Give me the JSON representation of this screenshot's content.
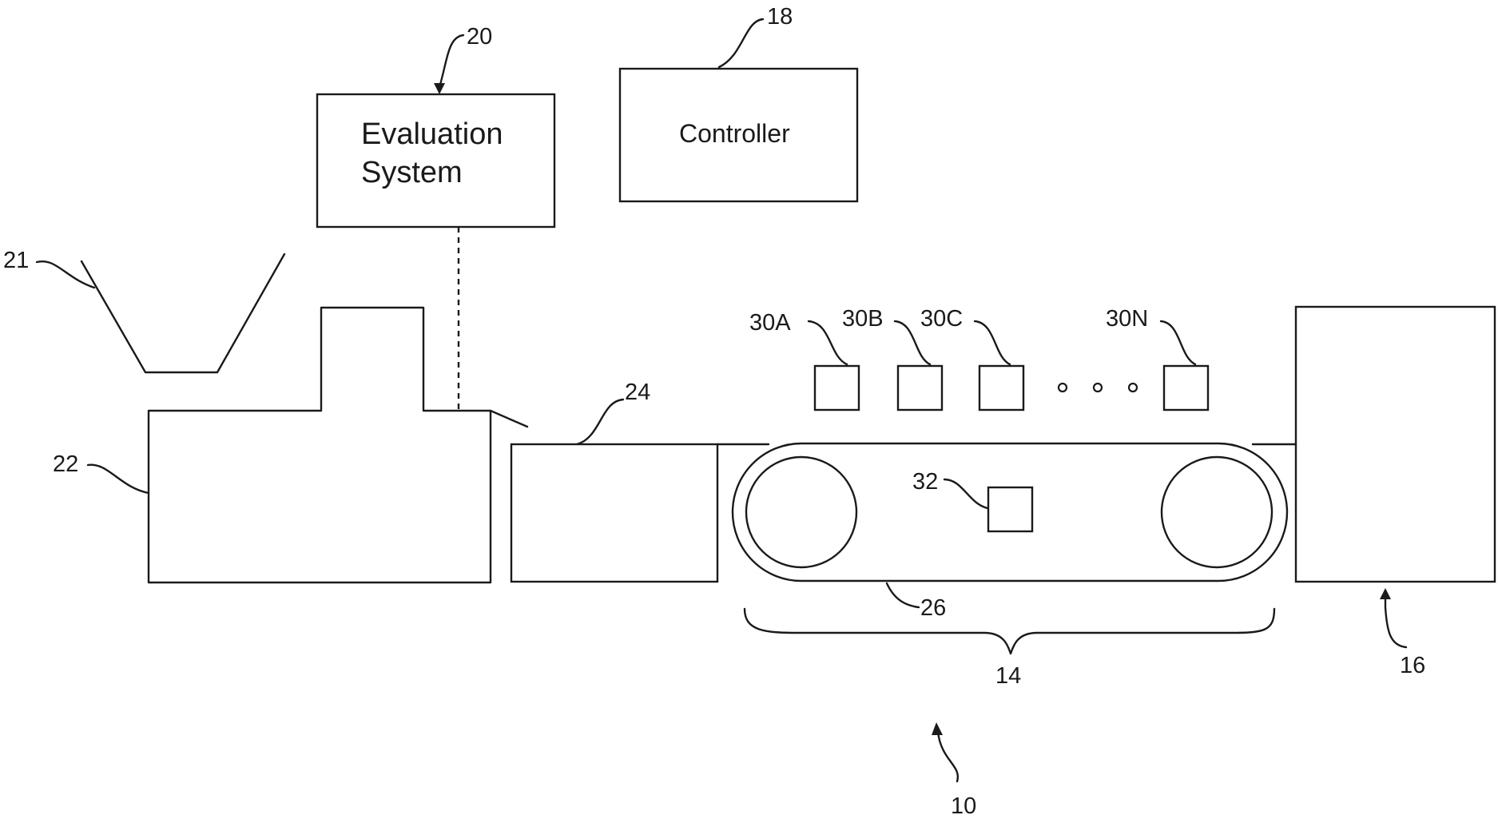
{
  "blocks": {
    "evaluation_system": {
      "line1": "Evaluation",
      "line2": "System"
    },
    "controller": "Controller"
  },
  "refs": {
    "system": "10",
    "conveyor_assembly": "14",
    "output_station": "16",
    "controller": "18",
    "evaluation_system": "20",
    "hopper": "21",
    "feeder": "22",
    "transfer_unit": "24",
    "belt": "26",
    "sensor_a": "30A",
    "sensor_b": "30B",
    "sensor_c": "30C",
    "sensor_n": "30N",
    "sensor_under": "32"
  },
  "ellipsis_dots": 3
}
